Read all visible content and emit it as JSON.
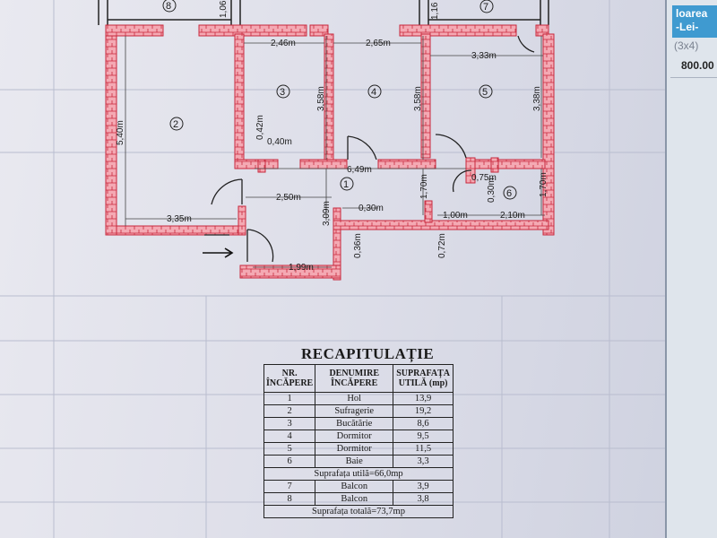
{
  "plan": {
    "room_numbers": [
      "1",
      "2",
      "3",
      "4",
      "5",
      "6",
      "7",
      "8"
    ],
    "dimensions": {
      "d_106": "1,06",
      "d_116": "1,16",
      "d_246": "2,46m",
      "d_265": "2,65m",
      "d_333": "3,33m",
      "d_540": "5,40m",
      "d_358a": "3,58m",
      "d_358b": "3,58m",
      "d_338": "3,38m",
      "d_042": "0,42m",
      "d_040": "0,40m",
      "d_649": "6,49m",
      "d_075": "0,75m",
      "d_030v": "0,30m",
      "d_170a": "1,70m",
      "d_170b": "1,70m",
      "d_250": "2,50m",
      "d_030h": "0,30m",
      "d_309": "3,09m",
      "d_100": "1,00m",
      "d_210": "2,10m",
      "d_335": "3,35m",
      "d_036": "0,36m",
      "d_072": "0,72m",
      "d_199": "1,99m"
    }
  },
  "recap": {
    "title": "RECAPITULAȚIE",
    "headers": [
      "NR. ÎNCĂPERE",
      "DENUMIRE ÎNCĂPERE",
      "SUPRAFAȚA UTILĂ (mp)"
    ],
    "rows": [
      {
        "nr": "1",
        "name": "Hol",
        "area": "13,9"
      },
      {
        "nr": "2",
        "name": "Sufragerie",
        "area": "19,2"
      },
      {
        "nr": "3",
        "name": "Bucătărie",
        "area": "8,6"
      },
      {
        "nr": "4",
        "name": "Dormitor",
        "area": "9,5"
      },
      {
        "nr": "5",
        "name": "Dormitor",
        "area": "11,5"
      },
      {
        "nr": "6",
        "name": "Baie",
        "area": "3,3"
      }
    ],
    "useful_total": "Suprafața utilă=66,0mp",
    "balcony_rows": [
      {
        "nr": "7",
        "name": "Balcon",
        "area": "3,9"
      },
      {
        "nr": "8",
        "name": "Balcon",
        "area": "3,8"
      }
    ],
    "grand_total": "Suprafața totală=73,7mp"
  },
  "sidebar": {
    "heading_line1": "loarea",
    "heading_line2": "-Lei-",
    "size_note": "(3x4)",
    "price": "800.00"
  },
  "colors": {
    "wall_fill": "#f4a9b3",
    "wall_line": "#c8283c",
    "accent": "#3f9ad0"
  }
}
